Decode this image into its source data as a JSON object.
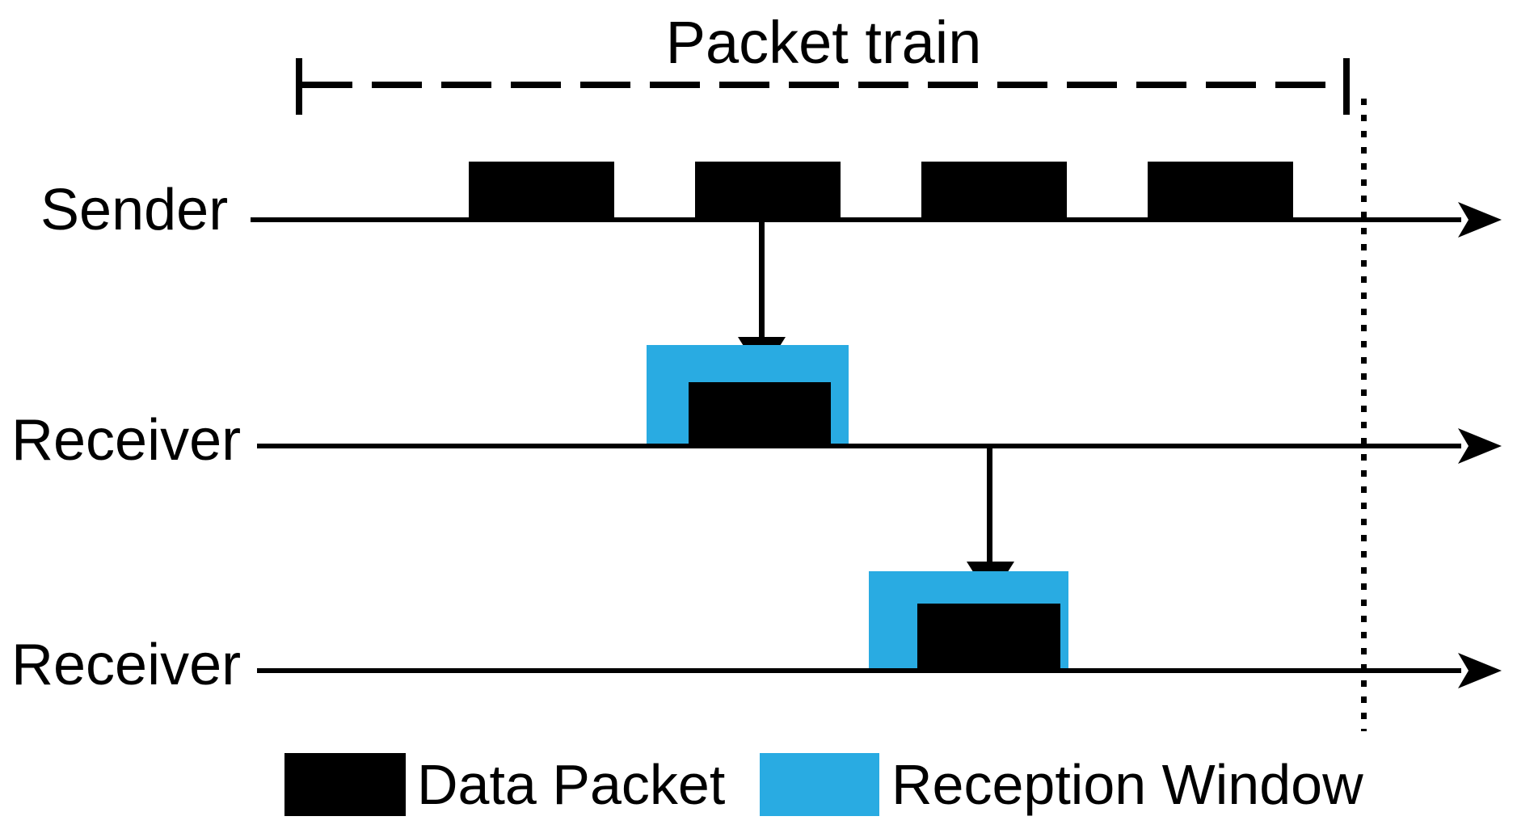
{
  "title": "Packet train",
  "colors": {
    "data_packet": "#000000",
    "reception_window": "#29ABE2",
    "background": "#ffffff"
  },
  "lanes": [
    {
      "id": "sender",
      "label": "Sender"
    },
    {
      "id": "receiver1",
      "label": "Receiver"
    },
    {
      "id": "receiver2",
      "label": "Receiver"
    }
  ],
  "diagram": {
    "sender_packet_count": 4,
    "arrows": [
      {
        "from": "sender",
        "to": "receiver1",
        "meaning": "packet delivery into reception window"
      },
      {
        "from": "receiver1",
        "to": "receiver2",
        "meaning": "packet delivery into reception window"
      }
    ],
    "markers": {
      "train_span": "dashed bracket spanning the packet train",
      "train_end": "dotted vertical line at end of packet train"
    }
  },
  "legend": [
    {
      "swatch_color": "#000000",
      "label": "Data Packet"
    },
    {
      "swatch_color": "#29ABE2",
      "label": "Reception Window"
    }
  ],
  "icons": {
    "timeline_arrowhead": "stealth-right-triangle",
    "delivery_arrowhead": "solid-down-triangle"
  }
}
